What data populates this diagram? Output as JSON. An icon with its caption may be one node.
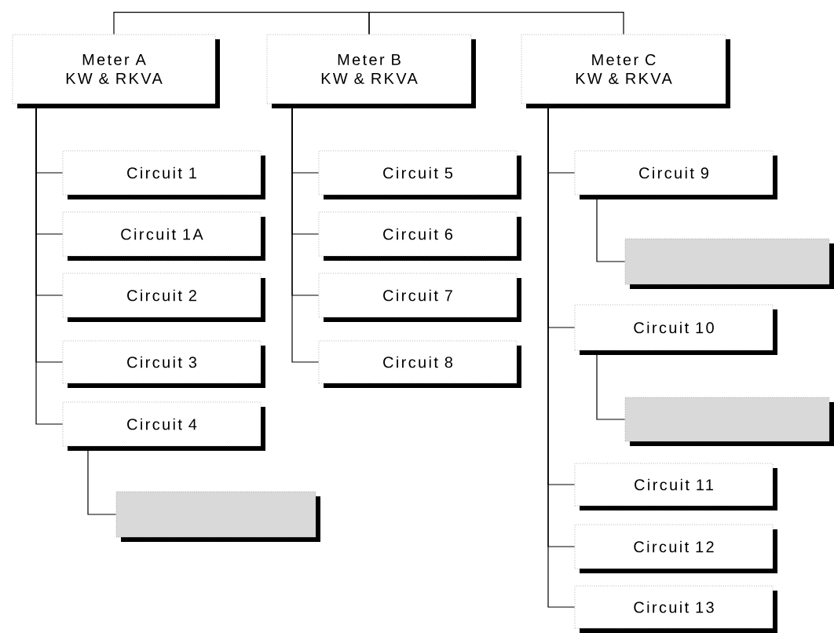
{
  "diagram": {
    "nodes": [
      {
        "text": [
          "Meter A",
          "KW & RKVA"
        ]
      },
      {
        "text": [
          "Circuit 1"
        ]
      },
      {
        "text": [
          "Circuit 1A"
        ]
      },
      {
        "text": [
          "Circuit 2"
        ]
      },
      {
        "text": [
          "Circuit 3"
        ]
      },
      {
        "text": [
          "Circuit 4"
        ]
      },
      {
        "text": [],
        "shape": "box"
      },
      {
        "text": [
          "Meter B",
          "KW & RKVA"
        ]
      },
      {
        "text": [
          "Circuit 5"
        ]
      },
      {
        "text": [
          "Circuit 6"
        ]
      },
      {
        "text": [
          "Circuit 7"
        ]
      },
      {
        "text": [
          "Circuit 8"
        ]
      },
      {
        "text": [
          "Meter C",
          "KW & RKVA"
        ]
      },
      {
        "text": [
          "Circuit 9"
        ]
      },
      {
        "text": [],
        "shape": "box"
      },
      {
        "text": [
          "Circuit 10"
        ]
      },
      {
        "text": [],
        "shape": "box"
      },
      {
        "text": [
          "Circuit 11"
        ]
      },
      {
        "text": [
          "Circuit 12"
        ]
      },
      {
        "text": [
          "Circuit 13"
        ]
      }
    ],
    "edges": [
      {
        "from": 0,
        "to": 7,
        "arrow": "none"
      },
      {
        "from": 7,
        "to": 12,
        "arrow": "none"
      },
      {
        "from": 0,
        "to": 1,
        "arrow": "none"
      },
      {
        "from": 0,
        "to": 2,
        "arrow": "none"
      },
      {
        "from": 0,
        "to": 3,
        "arrow": "none"
      },
      {
        "from": 0,
        "to": 4,
        "arrow": "none"
      },
      {
        "from": 0,
        "to": 5,
        "arrow": "none"
      },
      {
        "from": 5,
        "to": 6,
        "arrow": "none"
      },
      {
        "from": 7,
        "to": 8,
        "arrow": "none"
      },
      {
        "from": 7,
        "to": 9,
        "arrow": "none"
      },
      {
        "from": 7,
        "to": 10,
        "arrow": "none"
      },
      {
        "from": 7,
        "to": 11,
        "arrow": "none"
      },
      {
        "from": 12,
        "to": 13,
        "arrow": "none"
      },
      {
        "from": 13,
        "to": 14,
        "arrow": "none"
      },
      {
        "from": 12,
        "to": 15,
        "arrow": "none"
      },
      {
        "from": 15,
        "to": 16,
        "arrow": "none"
      },
      {
        "from": 12,
        "to": 17,
        "arrow": "none"
      },
      {
        "from": 12,
        "to": 18,
        "arrow": "none"
      },
      {
        "from": 12,
        "to": 19,
        "arrow": "none"
      }
    ]
  }
}
